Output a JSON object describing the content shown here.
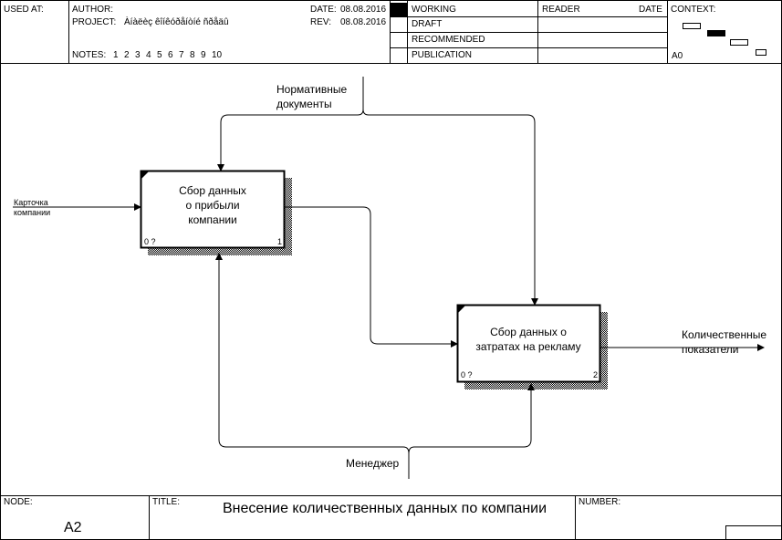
{
  "header": {
    "used_at_label": "USED AT:",
    "author_label": "AUTHOR:",
    "project_label": "PROJECT:",
    "project_value": "Àíàëèç êîíêóðåíòíé ñðåäû",
    "notes_label": "NOTES:",
    "notes_values": [
      "1",
      "2",
      "3",
      "4",
      "5",
      "6",
      "7",
      "8",
      "9",
      "10"
    ],
    "date_label": "DATE:",
    "date_value": "08.08.2016",
    "rev_label": "REV:",
    "rev_value": "08.08.2016",
    "status": [
      "WORKING",
      "DRAFT",
      "RECOMMENDED",
      "PUBLICATION"
    ],
    "reader_label": "READER",
    "reader_date_label": "DATE",
    "context_label": "CONTEXT:",
    "context_node": "A0"
  },
  "diagram": {
    "boxes": [
      {
        "title": "Сбор данных о прибыли компании",
        "title_lines": [
          "Сбор данных",
          "о прибыли",
          "компании"
        ],
        "cost": "0 ?",
        "number": "1"
      },
      {
        "title": "Сбор данных о затратах на рекламу",
        "title_lines": [
          "Сбор данных о",
          "затратах на рекламу"
        ],
        "cost": "0 ?",
        "number": "2"
      }
    ],
    "arrows": {
      "control": {
        "lines": [
          "Нормативные",
          "документы"
        ]
      },
      "input": {
        "lines": [
          "Карточка",
          "компании"
        ]
      },
      "output": {
        "lines": [
          "Количественные",
          "показатели"
        ]
      },
      "mechanism": {
        "label": "Менеджер"
      }
    }
  },
  "footer": {
    "node_label": "NODE:",
    "node_value": "A2",
    "title_label": "TITLE:",
    "title_value": "Внесение количественных данных по компании",
    "number_label": "NUMBER:"
  },
  "colors": {
    "line": "#000000",
    "background": "#ffffff",
    "shadow": "#000000"
  }
}
